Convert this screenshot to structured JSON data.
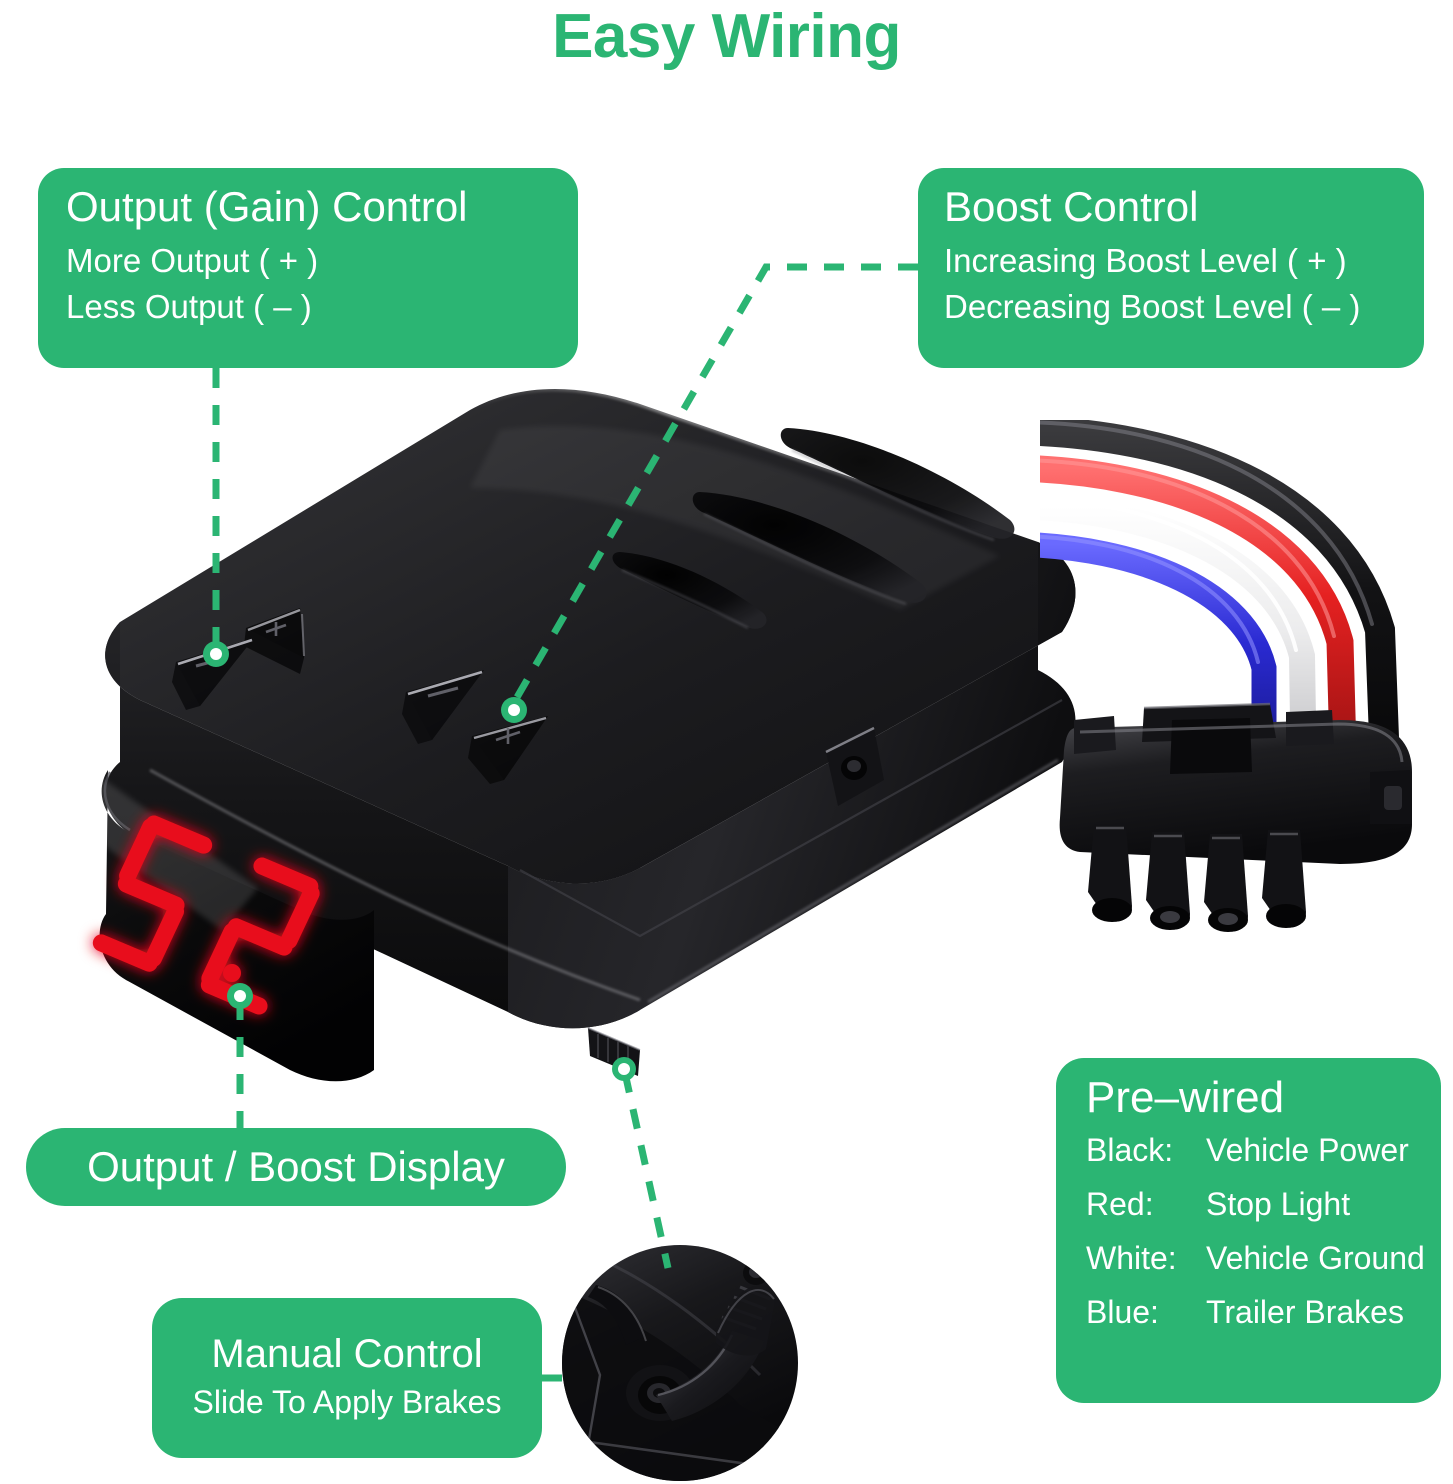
{
  "page": {
    "title": "Easy Wiring",
    "accent_green": "#2BB573",
    "text_white": "#FFFFFF",
    "background": "#FFFFFF"
  },
  "callouts": {
    "gain": {
      "heading": "Output (Gain) Control",
      "line1": "More Output ( + )",
      "line2": "Less Output ( – )"
    },
    "boost": {
      "heading": "Boost Control",
      "line1": "Increasing Boost Level ( + )",
      "line2": "Decreasing Boost Level  ( – )"
    },
    "display": {
      "heading": "Output / Boost Display"
    },
    "manual": {
      "heading": "Manual Control",
      "line1": "Slide To Apply Brakes"
    },
    "prewired": {
      "heading": "Pre–wired",
      "wires": [
        {
          "name": "Black:",
          "function": "Vehicle Power",
          "color": "#1A1A1A"
        },
        {
          "name": "Red:",
          "function": "Stop Light",
          "color": "#E02020"
        },
        {
          "name": "White:",
          "function": "Vehicle Ground",
          "color": "#F2F2F2"
        },
        {
          "name": "Blue:",
          "function": "Trailer Brakes",
          "color": "#2B2BC8"
        }
      ]
    }
  },
  "device": {
    "name": "trailer-brake-controller",
    "body_color": "#1E1E20",
    "display": {
      "value": "5.2",
      "led_color": "#E8111B",
      "panel_color": "#0B0B0C"
    },
    "buttons": [
      {
        "id": "gain-minus",
        "symbol": "–"
      },
      {
        "id": "gain-plus",
        "symbol": "+"
      },
      {
        "id": "boost-minus",
        "symbol": "–"
      },
      {
        "id": "boost-plus",
        "symbol": "+"
      }
    ],
    "mount_screw": "side-mount-screw"
  },
  "inset": {
    "name": "manual-slide-lever-closeup"
  },
  "harness": {
    "connector": "4-pin-weather-pack-connector",
    "seal_color": "#2FA64A",
    "wires": [
      "#101010",
      "#E32020",
      "#F4F4F6",
      "#2E2ED0"
    ]
  }
}
